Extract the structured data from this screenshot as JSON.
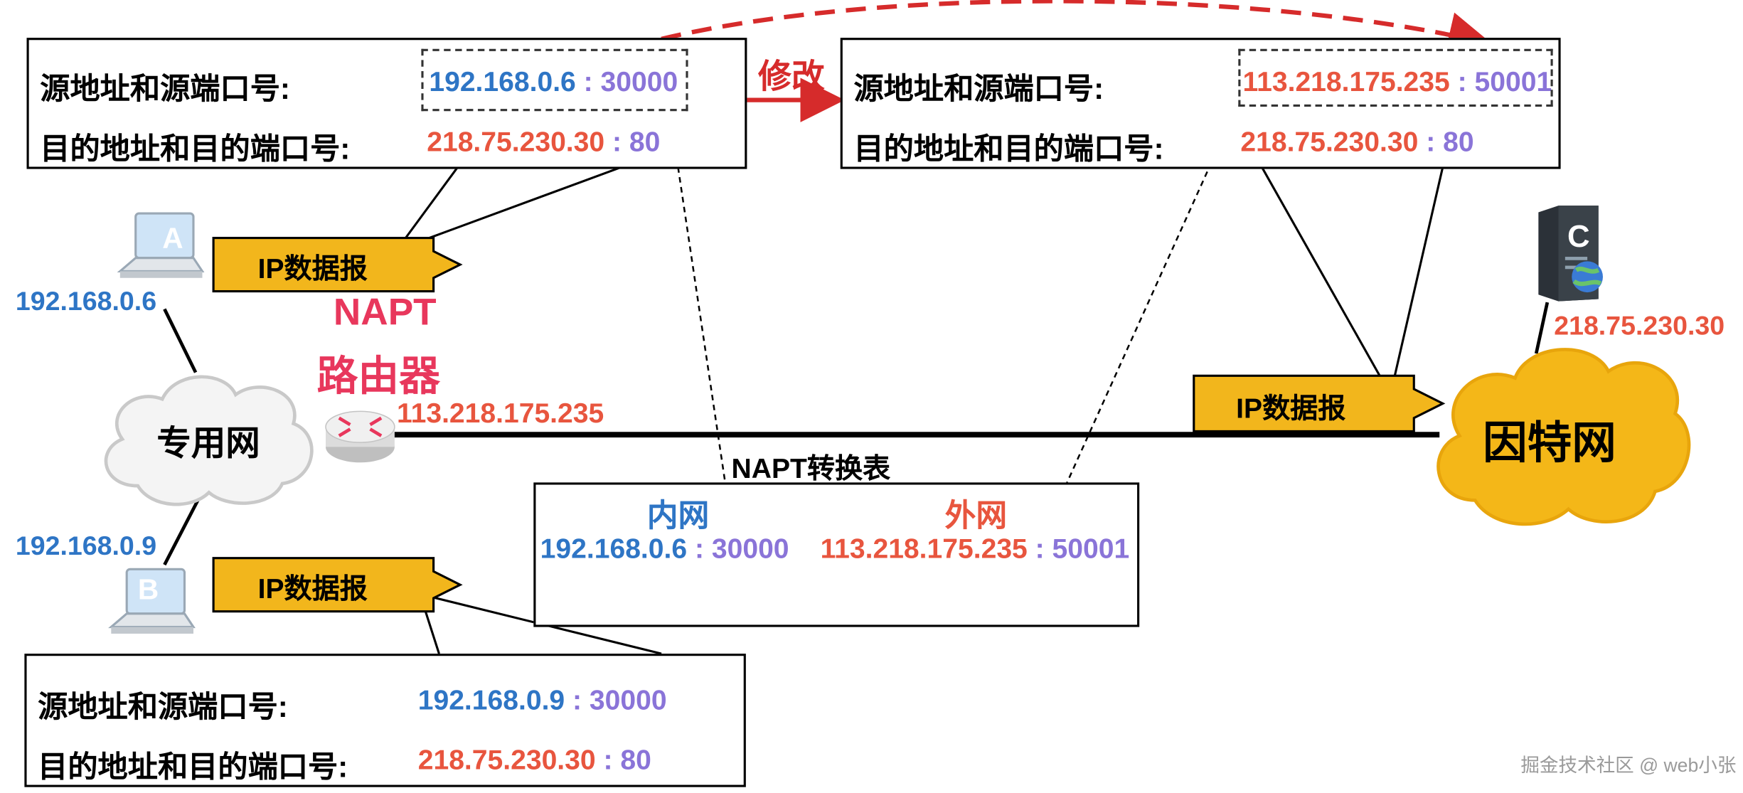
{
  "labels": {
    "src": "源地址和源端口号:",
    "dst": "目的地址和目的端口号:",
    "modify": "修改",
    "datagram": "IP数据报",
    "napt": "NAPT",
    "router": "路由器",
    "private_net": "专用网",
    "internet": "因特网",
    "table_title": "NAPT转换表",
    "inner": "内网",
    "outer": "外网",
    "host_a": "A",
    "host_b": "B",
    "host_c": "C",
    "watermark": "掘金技术社区 @ web小张"
  },
  "box_a": {
    "src_ip": "192.168.0.6",
    "src_port": "30000",
    "dst_ip": "218.75.230.30",
    "dst_port": "80"
  },
  "box_modified": {
    "src_ip": "113.218.175.235",
    "src_port": "50001",
    "dst_ip": "218.75.230.30",
    "dst_port": "80"
  },
  "box_b": {
    "src_ip": "192.168.0.9",
    "src_port": "30000",
    "dst_ip": "218.75.230.30",
    "dst_port": "80"
  },
  "hosts": {
    "a_ip": "192.168.0.6",
    "b_ip": "192.168.0.9",
    "c_ip": "218.75.230.30",
    "router_ip": "113.218.175.235"
  },
  "table": {
    "inner_ip": "192.168.0.6",
    "inner_port": "30000",
    "outer_ip": "113.218.175.235",
    "outer_port": "50001"
  },
  "sep": ":",
  "colors": {
    "blue": "#2e75c5",
    "orange": "#e8553e",
    "purple": "#8a74d8",
    "red": "#e8375c",
    "gold": "#f2b61c"
  }
}
